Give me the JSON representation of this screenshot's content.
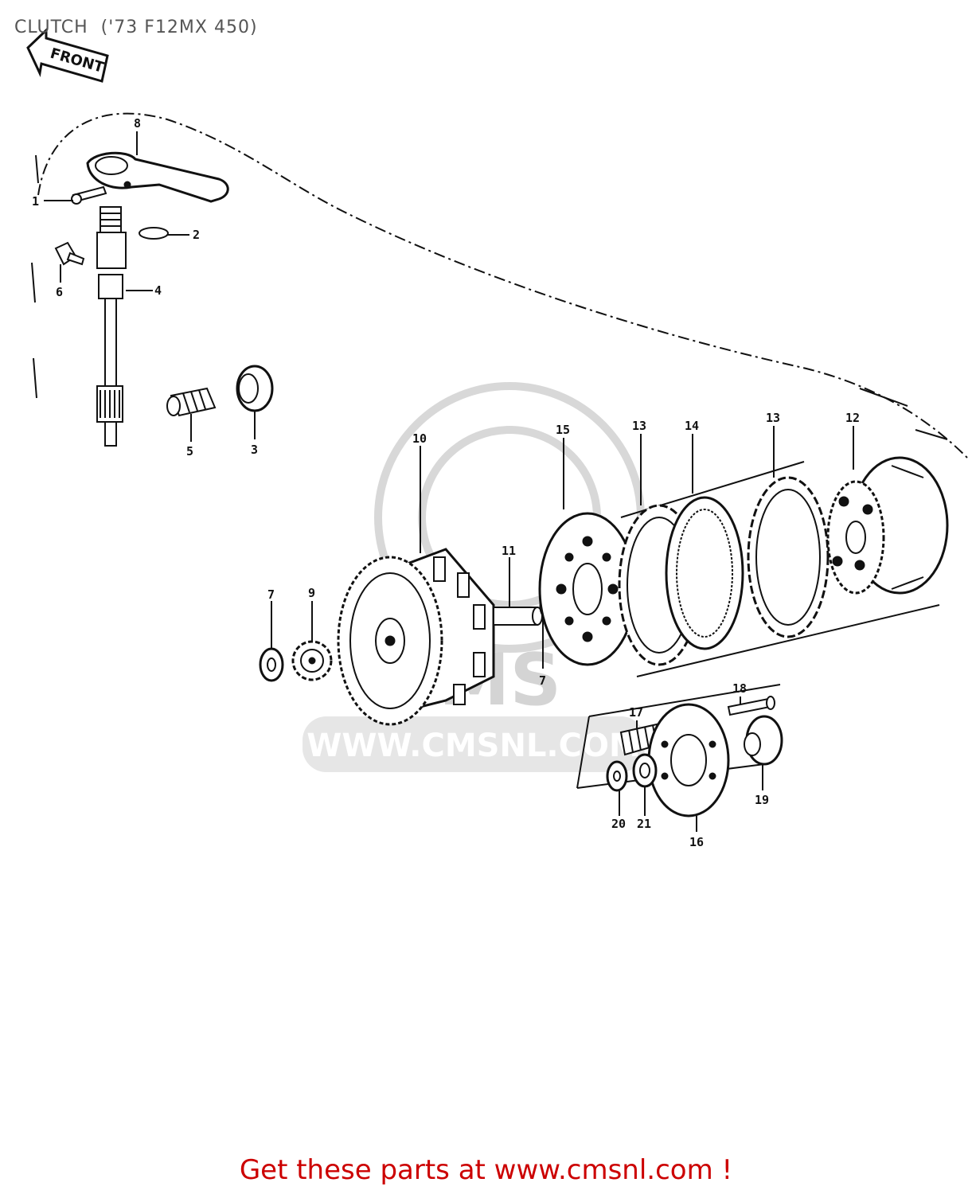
{
  "title": "CLUTCH  ('73 F12MX 450)",
  "front_arrow_label": "FRONT",
  "watermark": {
    "brand": "CMS",
    "url": "WWW.CMSNL.COM"
  },
  "callouts": [
    "1",
    "2",
    "3",
    "4",
    "5",
    "6",
    "7",
    "7",
    "7",
    "8",
    "9",
    "10",
    "11",
    "12",
    "13",
    "13",
    "14",
    "15",
    "16",
    "17",
    "18",
    "19",
    "20",
    "21"
  ],
  "footer": "Get these parts at www.cmsnl.com !"
}
